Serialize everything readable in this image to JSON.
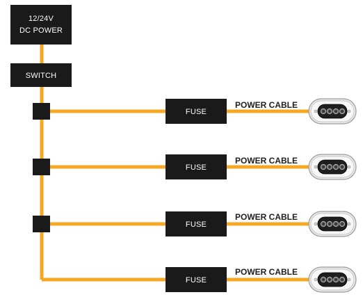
{
  "diagram": {
    "power_source": {
      "lines": [
        "12/24V",
        "DC POWER"
      ]
    },
    "switch": {
      "label": "SWITCH"
    },
    "branches": [
      {
        "fuse_label": "FUSE",
        "cable_label": "POWER CABLE",
        "light_icon": "underwater-light-icon"
      },
      {
        "fuse_label": "FUSE",
        "cable_label": "POWER CABLE",
        "light_icon": "underwater-light-icon"
      },
      {
        "fuse_label": "FUSE",
        "cable_label": "POWER CABLE",
        "light_icon": "underwater-light-icon"
      },
      {
        "fuse_label": "FUSE",
        "cable_label": "POWER CABLE",
        "light_icon": "underwater-light-icon"
      }
    ],
    "colors": {
      "wire": "#F5A623",
      "box": "#1A1A1A",
      "box_text": "#FFFFFF",
      "cable_text": "#1E1E1E",
      "light_housing": "#E8E8E8",
      "light_lens": "#1F1F1F"
    }
  }
}
